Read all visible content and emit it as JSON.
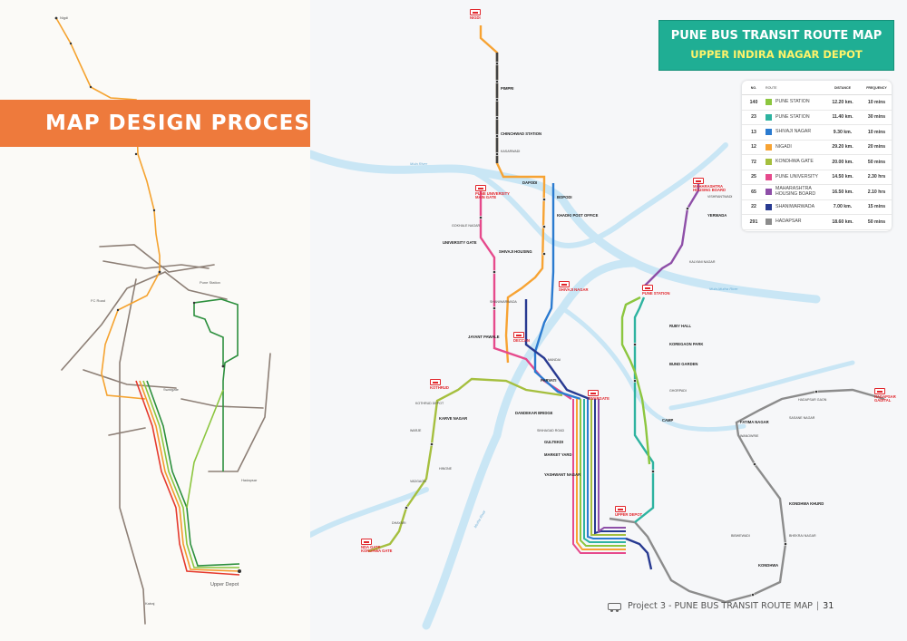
{
  "design": {
    "banner": "MAP DESIGN PROCESS",
    "labels": {
      "nigdi_top": "Nigdi",
      "upper_depot": "Upper Depot",
      "katraj": "Katraj",
      "pune_station": "Pune Station",
      "fc_road": "FC Road",
      "swargate": "Swargate",
      "hadapsar": "Hadapsar"
    }
  },
  "title": {
    "main": "PUNE BUS TRANSIT ROUTE MAP",
    "sub": "UPPER INDIRA NAGAR DEPOT"
  },
  "route_table": {
    "headers": {
      "no": "NO.",
      "route": "ROUTE",
      "distance": "DISTANCE",
      "frequency": "FREQUENCY"
    },
    "rows": [
      {
        "no": "140",
        "route": "PUNE STATION",
        "distance": "12.20 km.",
        "frequency": "10 mins",
        "color": "#8cc63f"
      },
      {
        "no": "23",
        "route": "PUNE STATION",
        "distance": "11.40 km.",
        "frequency": "30 mins",
        "color": "#2eb3a0"
      },
      {
        "no": "13",
        "route": "SHIVAJI NAGAR",
        "distance": "9.30 km.",
        "frequency": "10 mins",
        "color": "#2b7bd0"
      },
      {
        "no": "12",
        "route": "NIGADI",
        "distance": "29.20 km.",
        "frequency": "20 mins",
        "color": "#f7a333"
      },
      {
        "no": "72",
        "route": "KONDHWA GATE",
        "distance": "20.00 km.",
        "frequency": "50 mins",
        "color": "#a5bf3e"
      },
      {
        "no": "25",
        "route": "PUNE UNIVERSITY",
        "distance": "14.50 km.",
        "frequency": "2.30 hrs",
        "color": "#e64a8c"
      },
      {
        "no": "65",
        "route": "MAHARASHTRA HOUSING BOARD",
        "distance": "16.50 km.",
        "frequency": "2.10 hrs",
        "color": "#8e4fa8"
      },
      {
        "no": "22",
        "route": "SHANIWARWADA",
        "distance": "7.00 km.",
        "frequency": "15 mins",
        "color": "#283a91"
      },
      {
        "no": "291",
        "route": "HADAPSAR",
        "distance": "18.60 km.",
        "frequency": "50 mins",
        "color": "#8c8c8c"
      }
    ]
  },
  "termini": {
    "nigdi": "NIGDI",
    "pune_university": "PUNE UNIVERSITY MAIN GATE",
    "maharashtra_housing": "MAHARASHTRA HOUSING BOARD",
    "pune_station": "PUNE STATION",
    "shivaji_nagar": "SHIVAJI NAGAR",
    "deccan": "DECCAN",
    "kothrud": "KOTHRUD",
    "swargate": "SWARGATE",
    "hadapsar": "HADAPSAR GADITAL",
    "kondhwa_gate": "NDA GATE KONDHWA GATE",
    "upper_depot": "UPPER DEPOT"
  },
  "stops": {
    "pimpri": "PIMPRI",
    "chinchwad": "CHINCHWAD STATION",
    "kasarwadi": "KASARWADI",
    "dapodi": "DAPODI",
    "bopodi": "BOPODI",
    "khadki": "KHADKI POST OFFICE",
    "university": "UNIVERSITY GATE",
    "shivaji_housing": "SHIVAJI HOUSING",
    "shanwarwada": "SHANIWARWADA",
    "jayant": "JAYANT PAWALE",
    "mandai": "MANDAI",
    "parvati": "PARVATI",
    "gultekdi": "GULTEKDI",
    "market_yard": "MARKET YARD",
    "yashwant": "YASHWANT NAGAR",
    "kondhwa_khurd": "KONDHWA KHURD",
    "kondhwa": "KONDHWA",
    "bibwewadi": "BIBWEWADI",
    "ruby_hall": "RUBY HALL",
    "koregaon": "KOREGAON PARK",
    "fatima": "FATIMA NAGAR",
    "wanowrie": "WANOWRIE",
    "ghorpadi": "GHORPADI",
    "camp": "CAMP",
    "kothrud_depot": "KOTHRUD DEPOT",
    "warje": "WARJE",
    "karve_nagar": "KARVE NAGAR",
    "vadgaon": "VADGAON",
    "dhayari": "DHAYARI",
    "hingne": "HINGNE",
    "gokhale": "GOKHALE NAGAR",
    "hadapsar_gaon": "HADAPSAR GAON",
    "sasane": "SASANE NAGAR",
    "bhekrai": "BHEKRAI NAGAR",
    "yerwada": "YERWADA",
    "vishrantwadi": "VISHRANTWADI",
    "kalyani": "KALYANI NAGAR",
    "dandekar": "DANDEKAR BRIDGE",
    "sinhagad": "SINHAGAD ROAD",
    "bund_garden": "BUND GARDEN"
  },
  "rivers": {
    "mula": "Mula River",
    "mutha": "Mutha River",
    "mula_mutha": "Mula-Mutha River"
  },
  "footer": {
    "text": "Project 3 - PUNE BUS TRANSIT ROUTE MAP",
    "separator": "|",
    "page": "31"
  }
}
